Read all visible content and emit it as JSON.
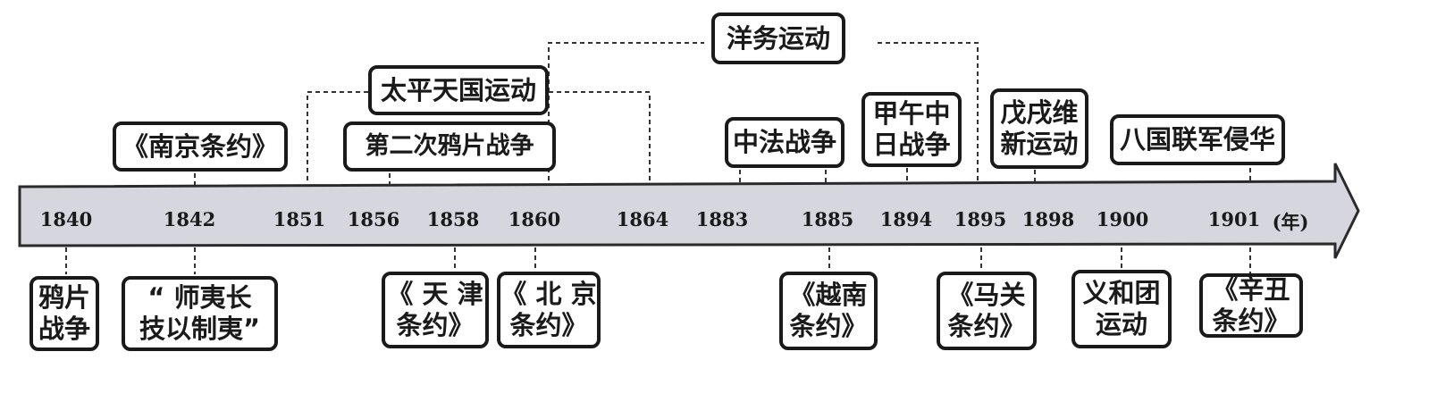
{
  "timeline": {
    "years": [
      "1840",
      "1842",
      "1851",
      "1856",
      "1858",
      "1860",
      "1864",
      "1883",
      "1885",
      "1894",
      "1895",
      "1898",
      "1900",
      "1901"
    ],
    "unit": "(年)"
  },
  "events": {
    "opium_war": "鸦片\n战争",
    "treaty_nanjing": "《南京条约》",
    "shi_yi": "“ 师夷长\n技以制夷”",
    "taiping": "太平天国运动",
    "second_opium_war": "第二次鸦片战争",
    "treaty_tianjin": "《 天 津\n条约》",
    "treaty_beijing": "《 北 京\n条约》",
    "westernization": "洋务运动",
    "sino_french_war": "中法战争",
    "sino_japanese_war": "甲午中\n日战争",
    "treaty_vietnam": "《越南\n条约》",
    "treaty_shimonoseki": "《马关\n条约》",
    "reform_1898": "戊戌维\n新运动",
    "boxer_movement": "义和团\n运动",
    "eight_nation": "八国联军侵华",
    "treaty_xinchou": "《辛丑\n条约》"
  }
}
